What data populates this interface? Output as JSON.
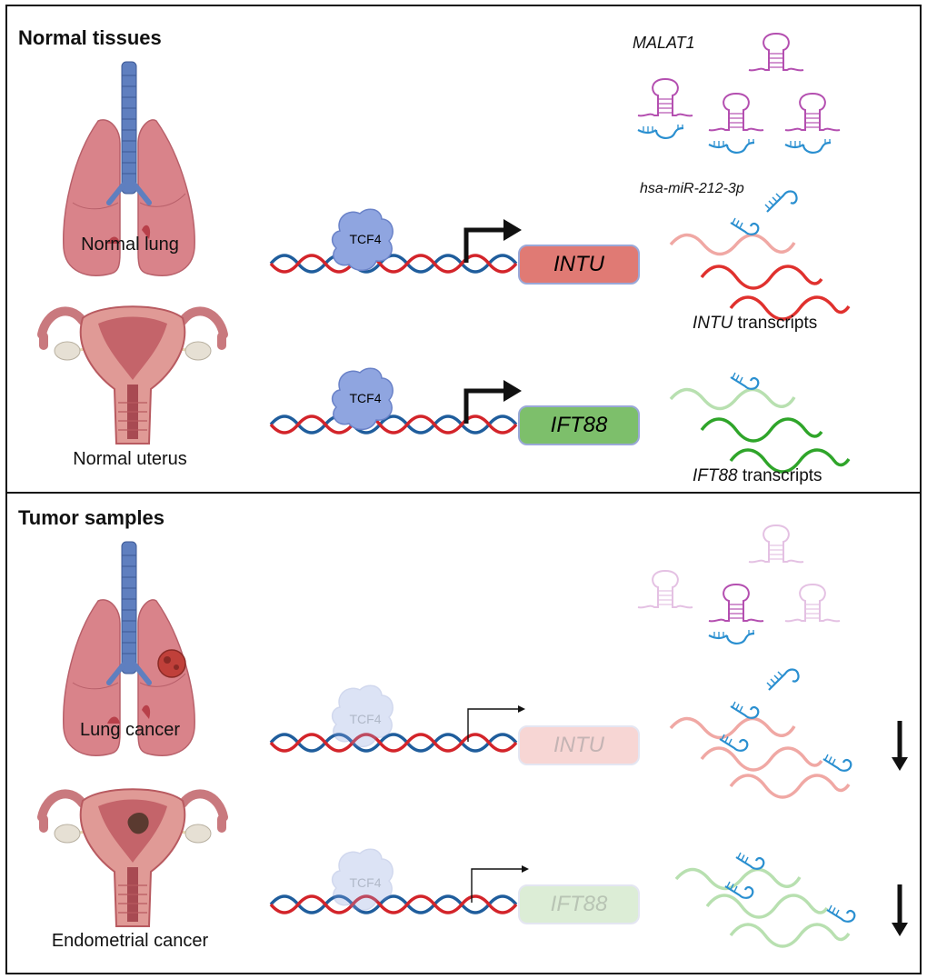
{
  "panels": {
    "top": {
      "title": "Normal tissues",
      "organs": {
        "lung": "Normal lung",
        "uterus": "Normal uterus"
      },
      "lncrna_label": "MALAT1",
      "mirna_label": "hsa-miR-212-3p",
      "genes": [
        {
          "name": "INTU",
          "tf": "TCF4",
          "transcripts_gene": "INTU",
          "transcripts_suffix": " transcripts"
        },
        {
          "name": "IFT88",
          "tf": "TCF4",
          "transcripts_gene": "IFT88",
          "transcripts_suffix": " transcripts"
        }
      ]
    },
    "bottom": {
      "title": "Tumor samples",
      "organs": {
        "lung": "Lung cancer",
        "uterus": "Endometrial cancer"
      },
      "genes": [
        {
          "name": "INTU",
          "tf": "TCF4"
        },
        {
          "name": "IFT88",
          "tf": "TCF4"
        }
      ]
    }
  },
  "colors": {
    "intu_box": "#e07a74",
    "ift88_box": "#7dbf6b",
    "intu_wave": "#e0312e",
    "ift88_wave": "#2fa52a",
    "dna_red": "#d3242a",
    "dna_blue": "#1f5d9c",
    "tcf4": "#8fa5e0",
    "malat1": "#b44fb0",
    "mirna": "#2a8fd0"
  }
}
